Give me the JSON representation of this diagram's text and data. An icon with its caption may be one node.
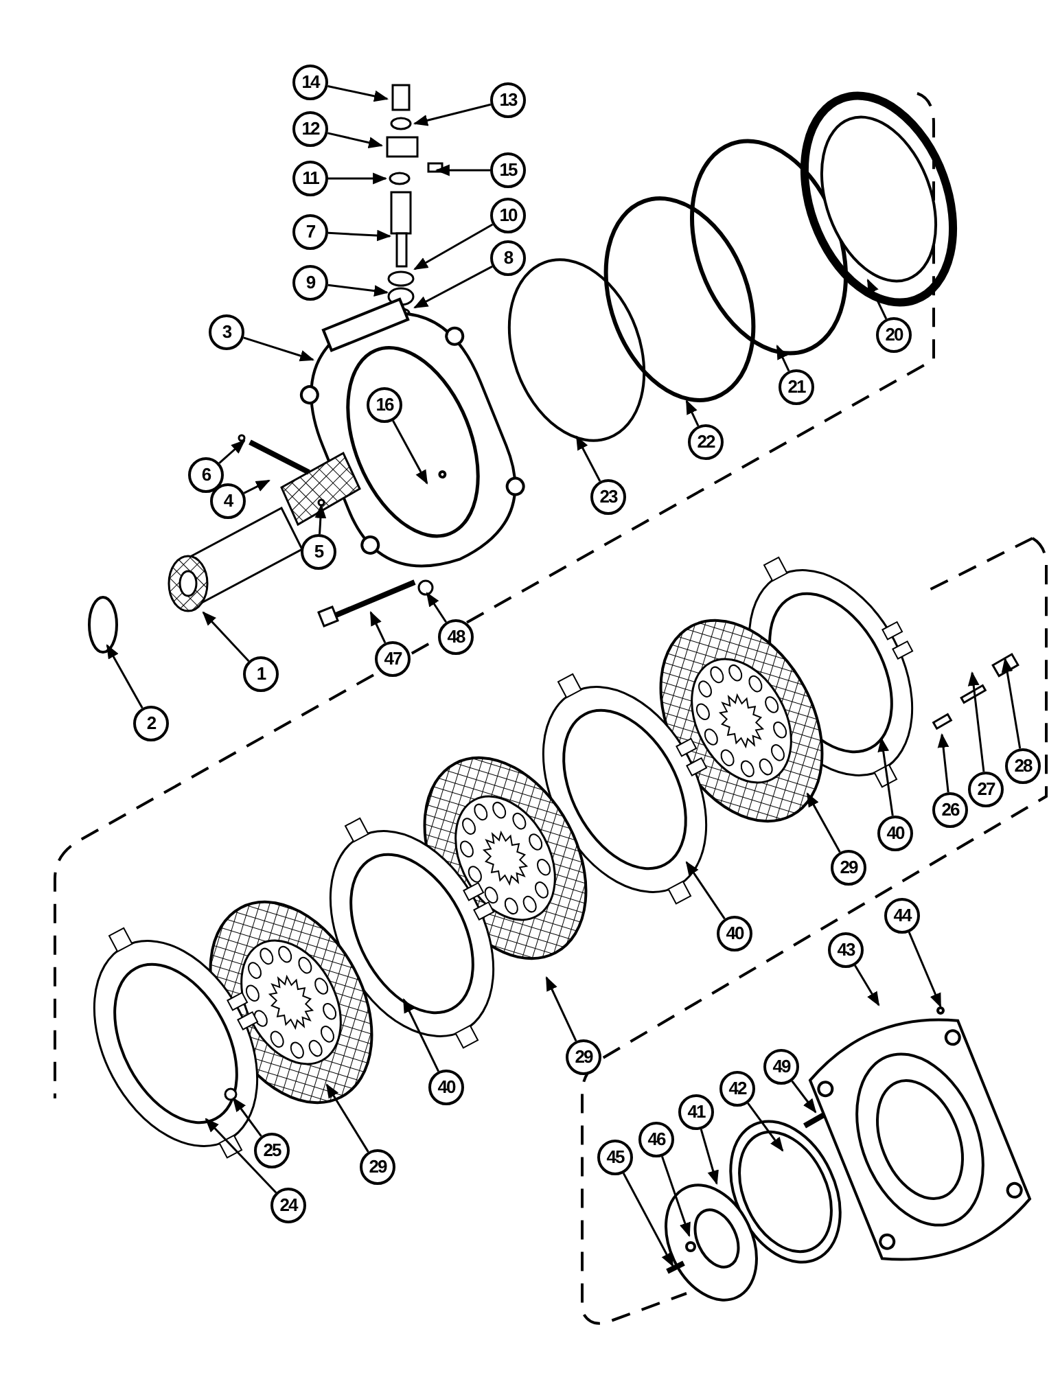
{
  "diagram": {
    "nodes": [
      {
        "text": [
          "14"
        ]
      },
      {
        "text": [
          "13"
        ]
      },
      {
        "text": [
          "12"
        ]
      },
      {
        "text": [
          "15"
        ]
      },
      {
        "text": [
          "11"
        ]
      },
      {
        "text": [
          "7"
        ]
      },
      {
        "text": [
          "10"
        ]
      },
      {
        "text": [
          "9"
        ]
      },
      {
        "text": [
          "8"
        ]
      },
      {
        "text": [
          "3"
        ]
      },
      {
        "text": [
          "16"
        ]
      },
      {
        "text": [
          "6"
        ]
      },
      {
        "text": [
          "4"
        ]
      },
      {
        "text": [
          "5"
        ]
      },
      {
        "text": [
          "23"
        ]
      },
      {
        "text": [
          "22"
        ]
      },
      {
        "text": [
          "21"
        ]
      },
      {
        "text": [
          "20"
        ]
      },
      {
        "text": [
          "2"
        ]
      },
      {
        "text": [
          "1"
        ]
      },
      {
        "text": [
          "47"
        ]
      },
      {
        "text": [
          "48"
        ]
      },
      {
        "text": [
          "40"
        ]
      },
      {
        "text": [
          "26"
        ]
      },
      {
        "text": [
          "27"
        ]
      },
      {
        "text": [
          "28"
        ]
      },
      {
        "text": [
          "29"
        ]
      },
      {
        "text": [
          "40"
        ]
      },
      {
        "text": [
          "29"
        ]
      },
      {
        "text": [
          "40"
        ]
      },
      {
        "text": [
          "29"
        ]
      },
      {
        "text": [
          "24"
        ]
      },
      {
        "text": [
          "25"
        ]
      },
      {
        "text": [
          "43"
        ]
      },
      {
        "text": [
          "44"
        ]
      },
      {
        "text": [
          "49"
        ]
      },
      {
        "text": [
          "42"
        ]
      },
      {
        "text": [
          "41"
        ]
      },
      {
        "text": [
          "46"
        ]
      },
      {
        "text": [
          "45"
        ]
      }
    ],
    "edges": [
      {
        "from": 0,
        "to": null,
        "arrow": "to"
      },
      {
        "from": 1,
        "to": null,
        "arrow": "to"
      },
      {
        "from": 2,
        "to": null,
        "arrow": "to"
      },
      {
        "from": 3,
        "to": null,
        "arrow": "to"
      },
      {
        "from": 4,
        "to": null,
        "arrow": "to"
      },
      {
        "from": 5,
        "to": null,
        "arrow": "to"
      },
      {
        "from": 6,
        "to": null,
        "arrow": "to"
      },
      {
        "from": 7,
        "to": null,
        "arrow": "to"
      },
      {
        "from": 8,
        "to": null,
        "arrow": "to"
      },
      {
        "from": 9,
        "to": null,
        "arrow": "to"
      },
      {
        "from": 10,
        "to": null,
        "arrow": "to"
      },
      {
        "from": 11,
        "to": null,
        "arrow": "to"
      },
      {
        "from": 12,
        "to": null,
        "arrow": "to"
      },
      {
        "from": 13,
        "to": null,
        "arrow": "to"
      },
      {
        "from": 14,
        "to": null,
        "arrow": "to"
      },
      {
        "from": 15,
        "to": null,
        "arrow": "to"
      },
      {
        "from": 16,
        "to": null,
        "arrow": "to"
      },
      {
        "from": 17,
        "to": null,
        "arrow": "to"
      },
      {
        "from": 18,
        "to": null,
        "arrow": "to"
      },
      {
        "from": 19,
        "to": null,
        "arrow": "to"
      },
      {
        "from": 20,
        "to": null,
        "arrow": "to"
      },
      {
        "from": 21,
        "to": null,
        "arrow": "to"
      },
      {
        "from": 22,
        "to": null,
        "arrow": "to"
      },
      {
        "from": 23,
        "to": null,
        "arrow": "to"
      },
      {
        "from": 24,
        "to": null,
        "arrow": "to"
      },
      {
        "from": 25,
        "to": null,
        "arrow": "to"
      },
      {
        "from": 26,
        "to": null,
        "arrow": "to"
      },
      {
        "from": 27,
        "to": null,
        "arrow": "to"
      },
      {
        "from": 28,
        "to": null,
        "arrow": "to"
      },
      {
        "from": 29,
        "to": null,
        "arrow": "to"
      },
      {
        "from": 30,
        "to": null,
        "arrow": "to"
      },
      {
        "from": 31,
        "to": null,
        "arrow": "to"
      },
      {
        "from": 32,
        "to": null,
        "arrow": "to"
      },
      {
        "from": 33,
        "to": null,
        "arrow": "to"
      },
      {
        "from": 34,
        "to": null,
        "arrow": "to"
      },
      {
        "from": 35,
        "to": null,
        "arrow": "to"
      },
      {
        "from": 36,
        "to": null,
        "arrow": "to"
      },
      {
        "from": 37,
        "to": null,
        "arrow": "to"
      },
      {
        "from": 38,
        "to": null,
        "arrow": "to"
      },
      {
        "from": 39,
        "to": null,
        "arrow": "to"
      }
    ]
  }
}
